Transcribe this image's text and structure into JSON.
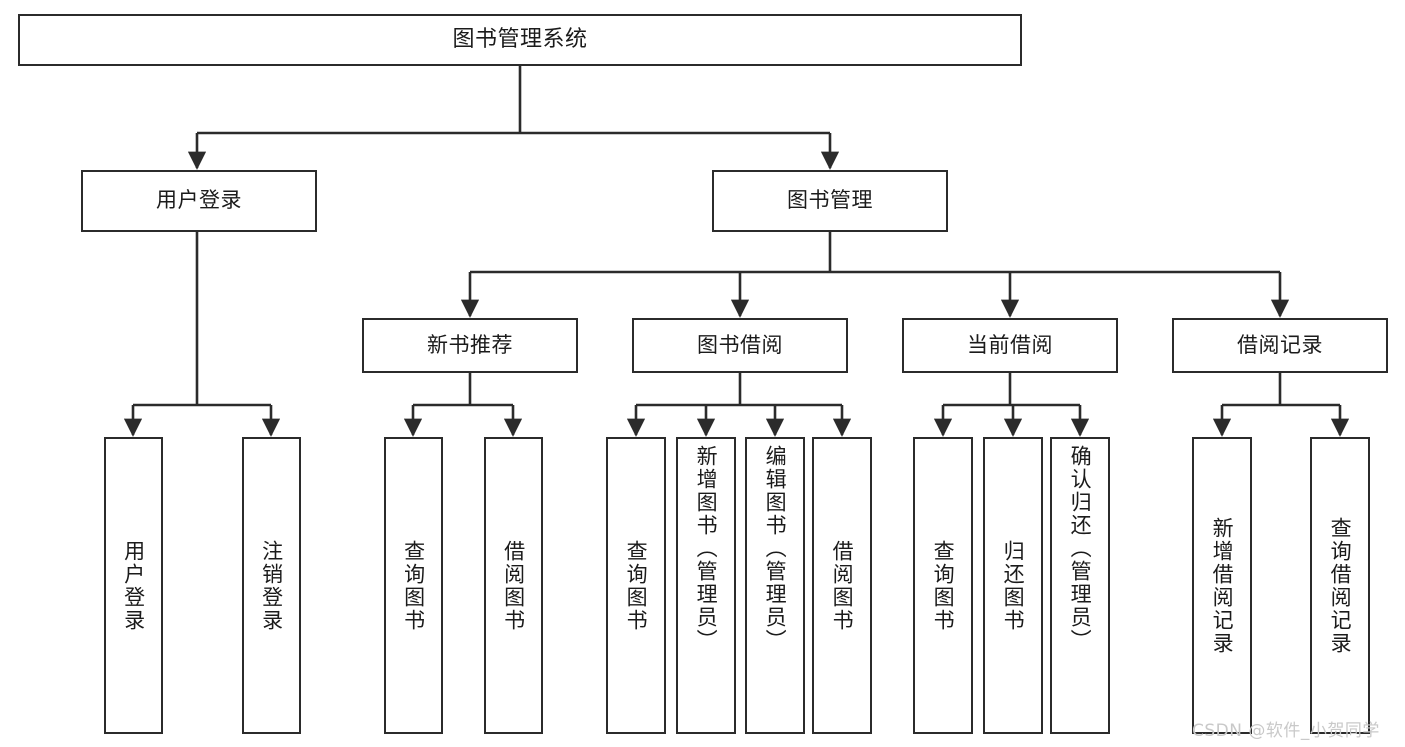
{
  "diagram": {
    "title": "图书管理系统",
    "type": "tree-hierarchy",
    "background_color": "#ffffff",
    "line_color": "#2b2b2b",
    "box_fill": "#ffffff",
    "text_color": "#1b1b1b",
    "levels": 4,
    "nodes": {
      "root": {
        "label": "图书管理系统"
      },
      "level2": [
        {
          "label": "用户登录"
        },
        {
          "label": "图书管理"
        }
      ],
      "level3": [
        {
          "label": "新书推荐"
        },
        {
          "label": "图书借阅"
        },
        {
          "label": "当前借阅"
        },
        {
          "label": "借阅记录"
        }
      ],
      "leaves": {
        "user_login": [
          {
            "label": "用户登录"
          },
          {
            "label": "注销登录"
          }
        ],
        "new_book_recommend": [
          {
            "label": "查询图书"
          },
          {
            "label": "借阅图书"
          }
        ],
        "book_borrow": [
          {
            "label": "查询图书"
          },
          {
            "label": "新增图书（管理员）"
          },
          {
            "label": "编辑图书（管理员）"
          },
          {
            "label": "借阅图书"
          }
        ],
        "current_borrow": [
          {
            "label": "查询图书"
          },
          {
            "label": "归还图书"
          },
          {
            "label": "确认归还（管理员）"
          }
        ],
        "borrow_record": [
          {
            "label": "新增借阅记录"
          },
          {
            "label": "查询借阅记录"
          }
        ]
      }
    }
  },
  "watermark": {
    "text": "CSDN @软件_小贺同学",
    "color": "#c9c9c9"
  }
}
